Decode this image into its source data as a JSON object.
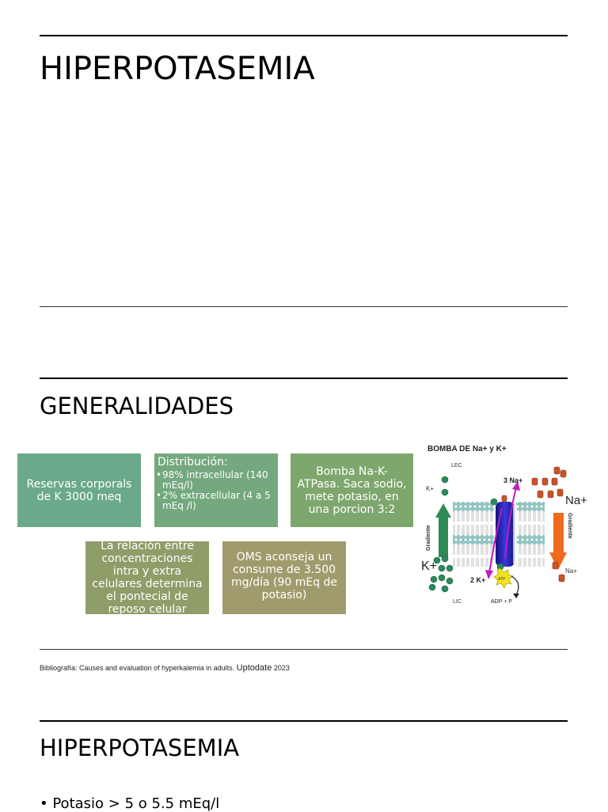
{
  "slide1": {
    "title": "HIPERPOTASEMIA"
  },
  "slide2": {
    "title": "GENERALIDADES",
    "boxes": {
      "reservas": "Reservas corporals de K 3000 meq",
      "distribucion_title": "Distribución:",
      "distribucion_items": [
        "98% intracellular (140 mEq/l)",
        "2% extracellular  (4 a 5 mEq /l)"
      ],
      "bomba": "Bomba Na-K-ATPasa. Saca sodio, mete potasio, en una porcion 3:2",
      "relacion": "La relación entre concentraciones intra y extra celulares determina el pontecial de reposo celular",
      "oms": "OMS  aconseja un consume de 3.500 mg/día (90 mEq de potasio)"
    },
    "figure": {
      "title": "BOMBA DE Na+ y K+",
      "lec": "LEC",
      "lic": "LIC",
      "k_small": "K+",
      "k_big": "K+",
      "na_big": "Na+",
      "na_small": "Na+",
      "three_na": "3 Na+",
      "two_k": "2 K+",
      "atp": "ATP",
      "adp": "ADP + P",
      "gradiente_left": "Gradiente",
      "gradiente_right": "Gradiente"
    },
    "bibliography": {
      "text": "Bibliografía: Causes and evaluation of hyperkalemia in adults.",
      "source": "Uptodate",
      "year": "2023"
    }
  },
  "slide3": {
    "title": "HIPERPOTASEMIA",
    "bullet": "• Potasio > 5 o 5.5 mEq/l"
  },
  "colors": {
    "box_reservas": "#6aa98a",
    "box_distribucion": "#74a87e",
    "box_bomba": "#7ea76e",
    "box_relacion": "#8f9d69",
    "box_oms": "#a09b6c"
  }
}
